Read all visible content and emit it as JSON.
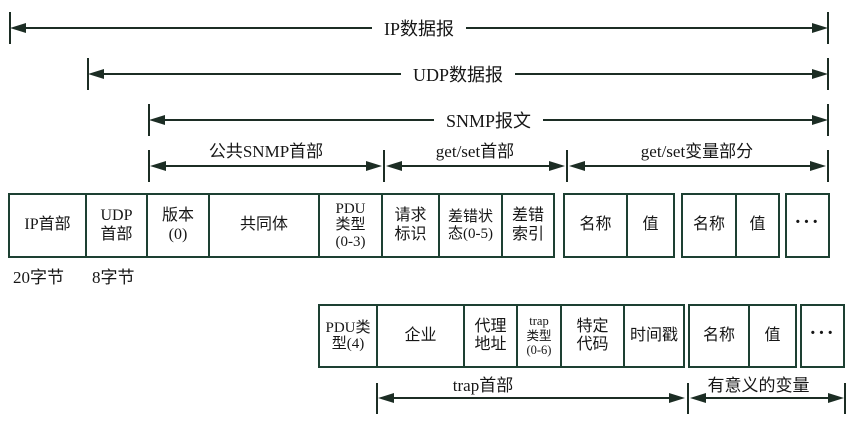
{
  "figure_title": "SNMP message format diagram",
  "colors": {
    "line": "#1c2d24",
    "table_border": "#1d4032",
    "text": "#161616",
    "background": "#ffffff"
  },
  "top_arrows": [
    {
      "label": "IP数据报"
    },
    {
      "label": "UDP数据报"
    },
    {
      "label": "SNMP报文"
    }
  ],
  "section_labels": [
    {
      "label": "公共SNMP首部"
    },
    {
      "label": "get/set首部"
    },
    {
      "label": "get/set变量部分"
    }
  ],
  "main_row": {
    "cells": [
      {
        "label": "IP首部"
      },
      {
        "label": "UDP\n首部"
      },
      {
        "label": "版本\n(0)"
      },
      {
        "label": "共同体"
      },
      {
        "label": "PDU\n类型\n(0-3)"
      },
      {
        "label": "请求\n标识"
      },
      {
        "label": "差错状\n态(0-5)"
      },
      {
        "label": "差错\n索引"
      }
    ],
    "var_cells": [
      {
        "label": "名称"
      },
      {
        "label": "值"
      },
      {
        "label": "名称"
      },
      {
        "label": "值"
      }
    ],
    "ellipsis": "···"
  },
  "byte_labels": {
    "ip": "20字节",
    "udp": "8字节"
  },
  "trap_row": {
    "cells": [
      {
        "label": "PDU类\n型(4)"
      },
      {
        "label": "企业"
      },
      {
        "label": "代理\n地址"
      },
      {
        "label": "trap\n类型\n(0-6)"
      },
      {
        "label": "特定\n代码"
      },
      {
        "label": "时间戳"
      }
    ],
    "var_cells": [
      {
        "label": "名称"
      },
      {
        "label": "值"
      }
    ],
    "ellipsis": "···"
  },
  "bottom_labels": [
    {
      "label": "trap首部"
    },
    {
      "label": "有意义的变量"
    }
  ]
}
